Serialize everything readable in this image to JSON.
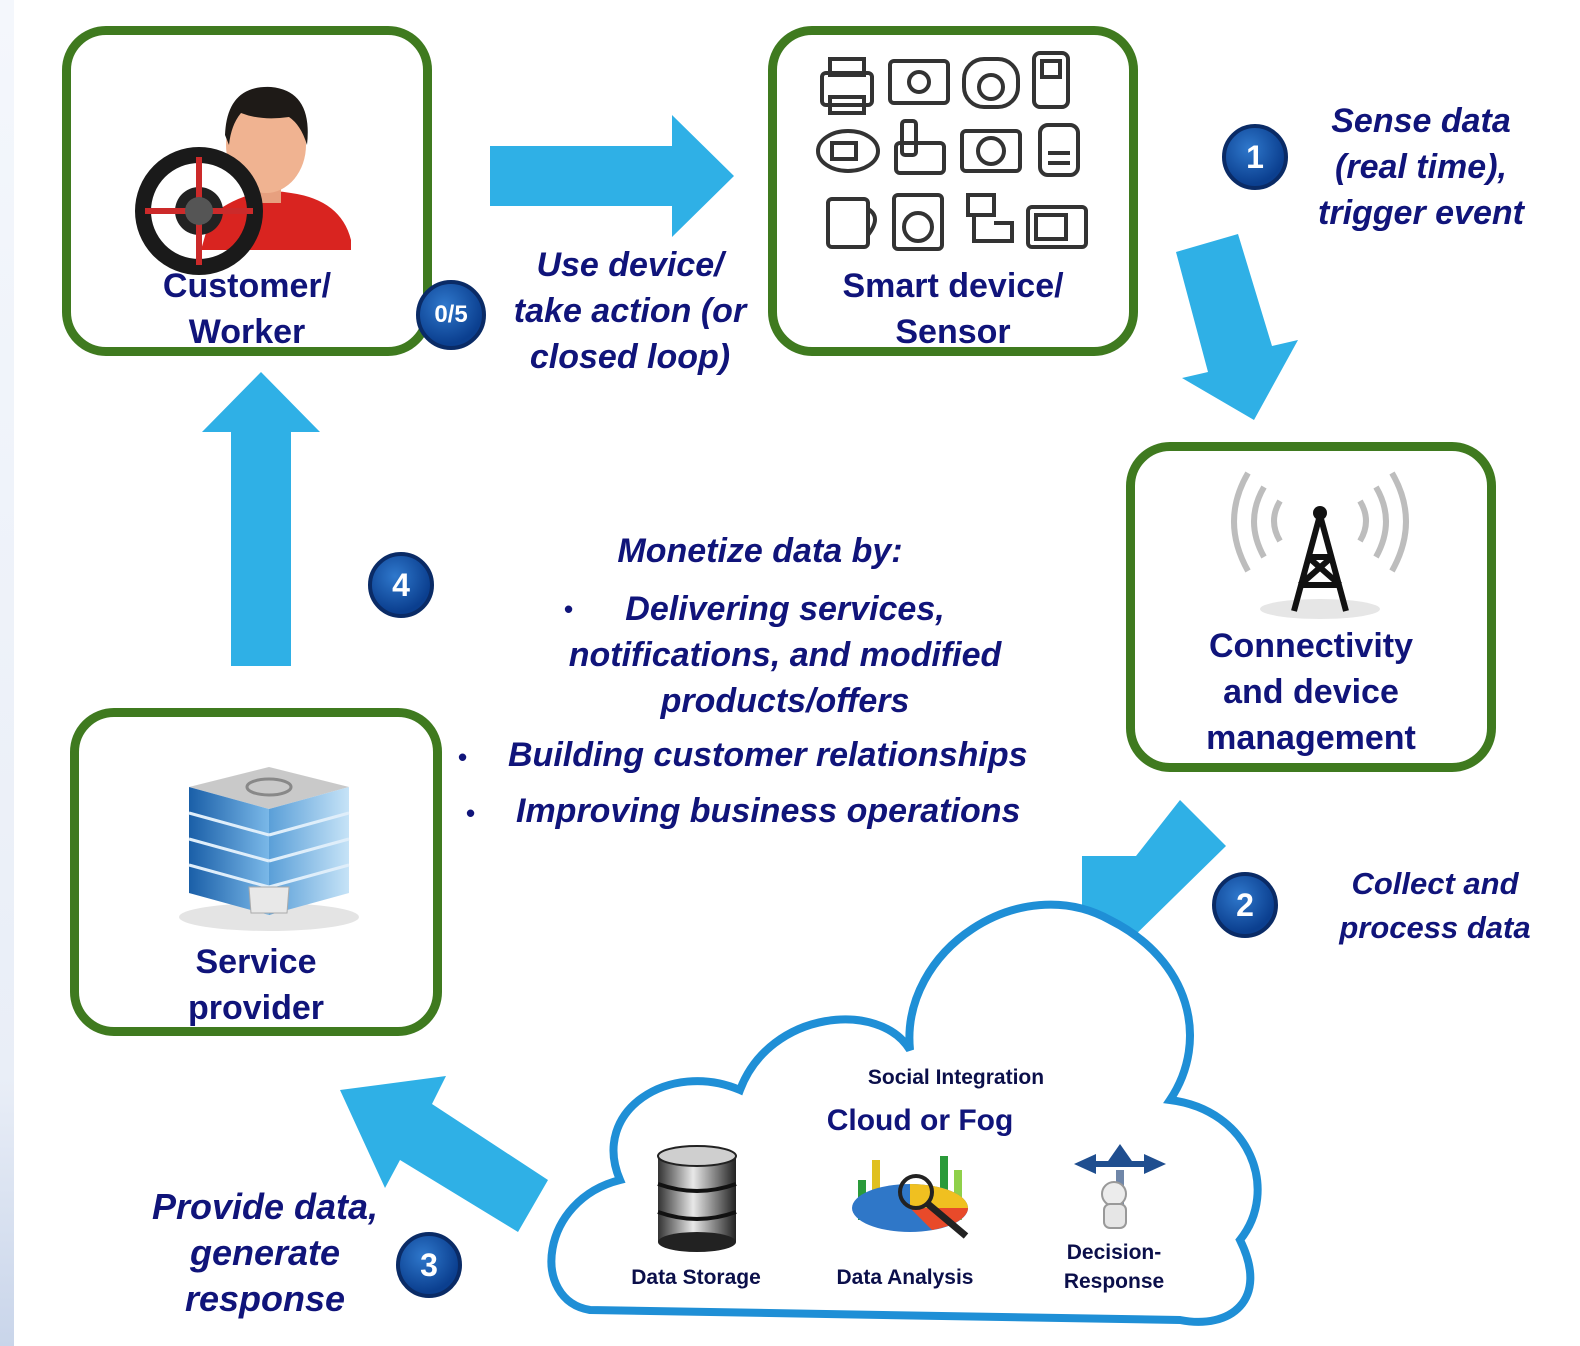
{
  "nodes": {
    "customer": {
      "line1": "Customer/",
      "line2": "Worker"
    },
    "smart_device": {
      "line1": "Smart device/",
      "line2": "Sensor"
    },
    "connectivity": {
      "line1": "Connectivity",
      "line2": "and device",
      "line3": "management"
    },
    "service_provider": {
      "line1": "Service",
      "line2": "provider"
    }
  },
  "steps": {
    "step0": {
      "badge": "0/5",
      "line1": "Use device/",
      "line2": "take action (or",
      "line3": "closed loop)"
    },
    "step1": {
      "badge": "1",
      "line1": "Sense data",
      "line2": "(real time),",
      "line3": "trigger event"
    },
    "step2": {
      "badge": "2",
      "line1": "Collect and",
      "line2": "process data"
    },
    "step3": {
      "badge": "3",
      "line1": "Provide data,",
      "line2": "generate",
      "line3": "response"
    },
    "step4": {
      "badge": "4"
    }
  },
  "monetize": {
    "heading": "Monetize data by:",
    "item1_line1": "Delivering services,",
    "item1_line2": "notifications, and modified",
    "item1_line3": "products/offers",
    "item2": "Building customer relationships",
    "item3": "Improving business operations"
  },
  "cloud": {
    "top_label": "Social Integration",
    "title": "Cloud or Fog",
    "storage": "Data Storage",
    "analysis": "Data Analysis",
    "decision_line1": "Decision-",
    "decision_line2": "Response"
  },
  "colors": {
    "arrow": "#2fb0e6",
    "box_border": "#3f7a1f",
    "text": "#10147a",
    "badge": "#0b4ea8"
  }
}
